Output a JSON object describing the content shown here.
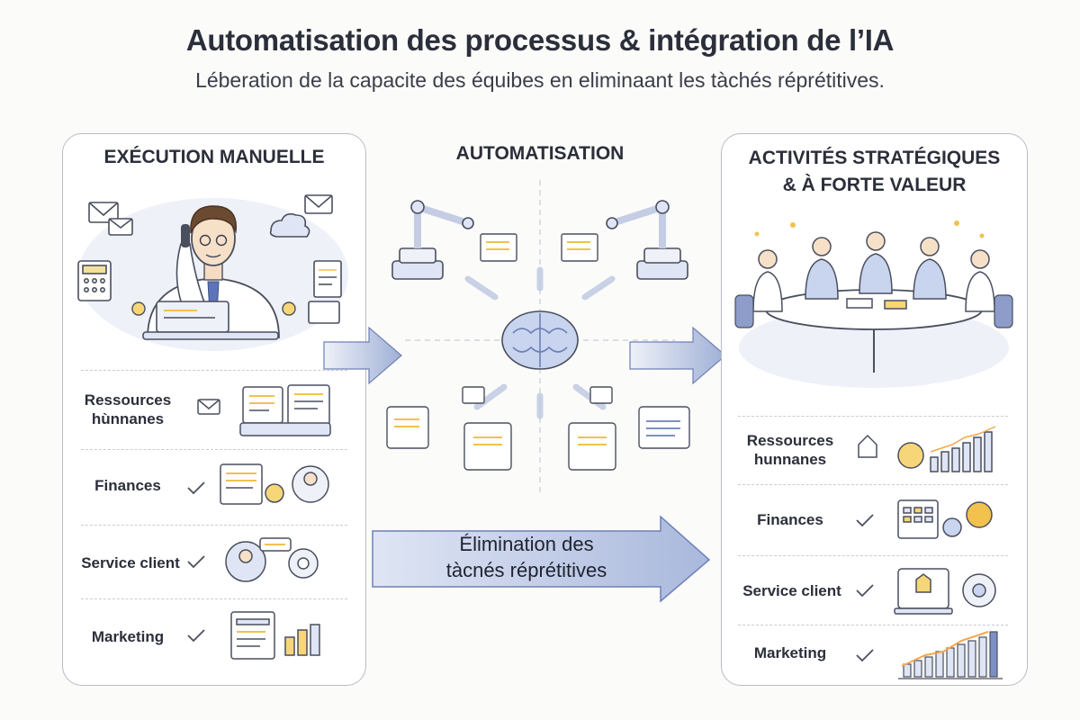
{
  "header": {
    "title": "Automatisation des processus & intégration de l’IA",
    "subtitle": "Léberation de la capacite des équibes en eliminaant les tàchés réprétitives."
  },
  "left_panel": {
    "title": "EXÉCUTION MANUELLE",
    "rows": [
      {
        "label_line1": "Ressources",
        "label_line2": "hùnnanes"
      },
      {
        "label_line1": "Finances"
      },
      {
        "label_line1": "Service client"
      },
      {
        "label_line1": "Marketing"
      }
    ]
  },
  "center": {
    "title": "AUTOMATISATION",
    "big_arrow_line1": "Élimination des",
    "big_arrow_line2": "tàcnés réprétitives"
  },
  "right_panel": {
    "title_line1": "ACTIVITÉS STRATÉGIQUES",
    "title_line2": "& À FORTE VALEUR",
    "rows": [
      {
        "label_line1": "Ressources",
        "label_line2": "hunnanes"
      },
      {
        "label_line1": "Finances"
      },
      {
        "label_line1": "Service client"
      },
      {
        "label_line1": "Marketing"
      }
    ]
  },
  "icons": {
    "manual_worker": "man-on-phone-at-laptop-icon",
    "robot_arm": "robotic-arm-icon",
    "ai_brain": "brain-icon",
    "team_meeting": "team-meeting-icon",
    "row_check": "check-icon"
  },
  "colors": {
    "accent_blue": "#7d8fc4",
    "accent_yellow": "#f2c14e",
    "border": "#b9bcc6"
  }
}
